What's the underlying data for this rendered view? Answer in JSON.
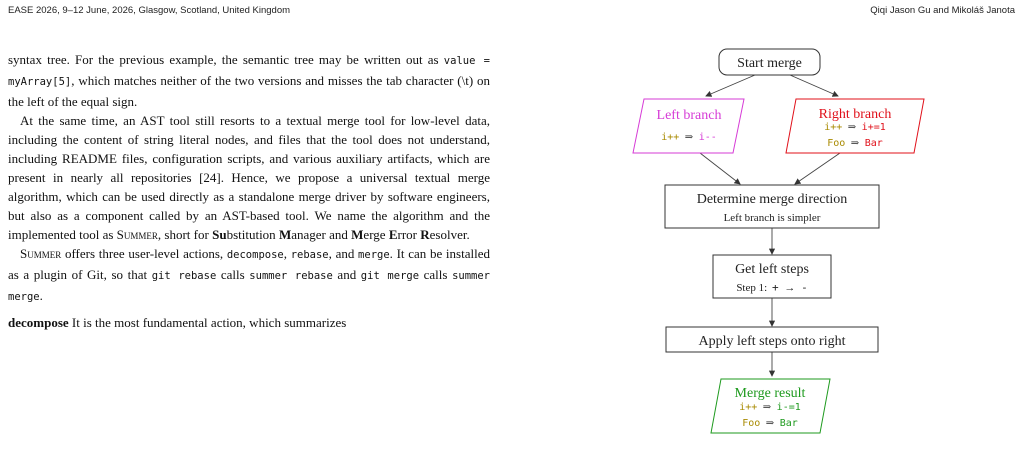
{
  "header": {
    "left": "EASE 2026, 9–12 June, 2026, Glasgow, Scotland, United Kingdom",
    "right": "Qiqi Jason Gu and Mikoláš Janota"
  },
  "body": {
    "p1": {
      "a": "syntax tree. For the previous example, the semantic tree may be written out as ",
      "code": "value = myArray[5]",
      "b": ", which matches neither of the two versions and misses the tab character (\\t) on the left of the equal sign."
    },
    "p2": "At the same time, an AST tool still resorts to a textual merge tool for low-level data, including the content of string literal nodes, and files that the tool does not understand, including README files, configuration scripts, and various auxiliary artifacts, which are present in nearly all repositories [24]. Hence, we propose a universal textual merge algorithm, which can be used directly as a standalone merge driver by software engineers, but also as a component called by an AST-based tool. We name the algorithm and the implemented tool as ",
    "p2_name": "Summer",
    "p2_tail": ", short for ",
    "p2_expansion": {
      "s1": "Su",
      "t1": "bstitution ",
      "s2": "M",
      "t2": "anager and ",
      "s3": "M",
      "t3": "erge ",
      "s4": "E",
      "t4": "rror ",
      "s5": "R",
      "t5": "esolver."
    },
    "p3": {
      "name": "Summer",
      "a": " offers three user-level actions, ",
      "c1": "decompose",
      "b": ", ",
      "c2": "rebase",
      "c": ", and ",
      "c3": "merge",
      "d": ". It can be installed as a plugin of Git, so that ",
      "c4": "git rebase",
      "e": " calls ",
      "c5": "summer rebase",
      "f": " and ",
      "c6": "git merge",
      "g": " calls ",
      "c7": "summer merge",
      "h": "."
    },
    "p4": {
      "term": "decompose",
      "text": "  It is the most fundamental action, which summarizes"
    }
  },
  "flowchart": {
    "colors": {
      "magenta": "#d63bd6",
      "red": "#e0101a",
      "green": "#1e9a1e",
      "olive": "#a88a00",
      "black": "#222222"
    },
    "start": "Start merge",
    "left_branch": {
      "title": "Left branch",
      "code1": "i++",
      "code2": "i--"
    },
    "right_branch": {
      "title": "Right branch",
      "code1": "i++",
      "code2": "i+=1",
      "code3": "Foo",
      "code4": "Bar"
    },
    "determine": {
      "title": "Determine merge direction",
      "sub": "Left branch is simpler"
    },
    "get_steps": {
      "title": "Get left steps",
      "step_label": "Step 1: ",
      "from": "+",
      "to": "-"
    },
    "apply": "Apply left steps onto right",
    "result": {
      "title": "Merge result",
      "code1": "i++",
      "code2": "i-=1",
      "code3": "Foo",
      "code4": "Bar"
    },
    "implies": "⇒",
    "arrow": "→"
  }
}
